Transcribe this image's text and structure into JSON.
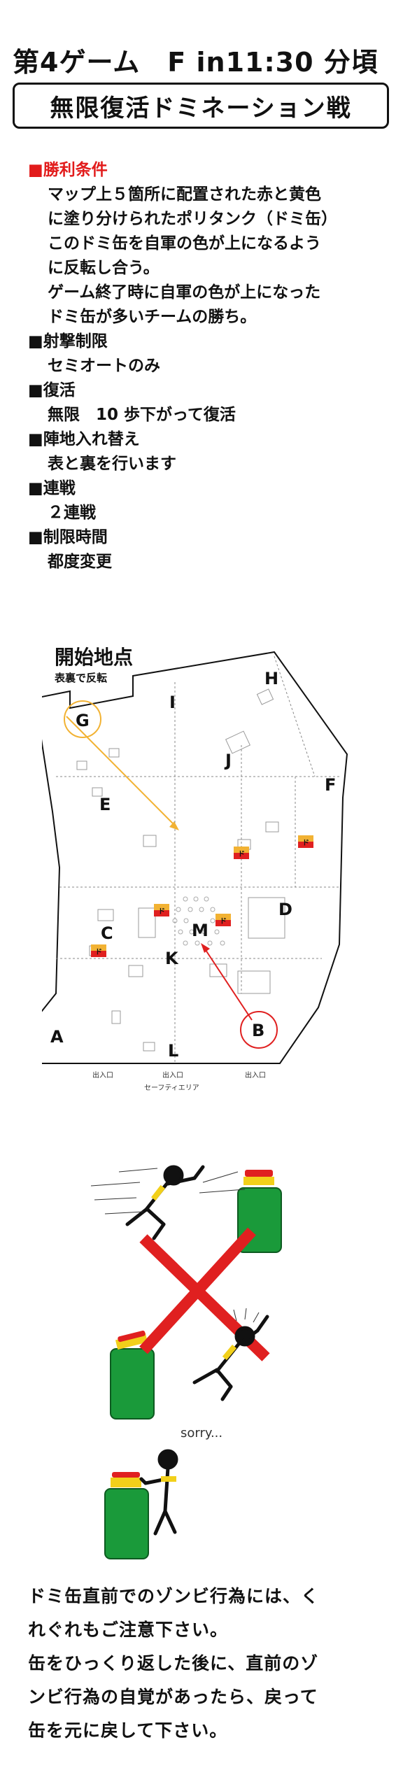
{
  "header": {
    "game_title": "第4ゲーム　F in11:30 分頃",
    "banner": "無限復活ドミネーション戦"
  },
  "rules": [
    {
      "type": "h",
      "red": true,
      "text": "■勝利条件"
    },
    {
      "type": "t",
      "text": "マップ上５箇所に配置された赤と黄色"
    },
    {
      "type": "t",
      "text": "に塗り分けられたポリタンク（ドミ缶）"
    },
    {
      "type": "t",
      "text": "このドミ缶を自軍の色が上になるよう"
    },
    {
      "type": "t",
      "text": "に反転し合う。"
    },
    {
      "type": "t",
      "text": "ゲーム終了時に自軍の色が上になった"
    },
    {
      "type": "t",
      "text": "ドミ缶が多いチームの勝ち。"
    },
    {
      "type": "h",
      "text": "■射撃制限"
    },
    {
      "type": "t",
      "text": "セミオートのみ"
    },
    {
      "type": "h",
      "text": "■復活"
    },
    {
      "type": "t",
      "text": "無限　10 歩下がって復活"
    },
    {
      "type": "h",
      "text": "■陣地入れ替え"
    },
    {
      "type": "t",
      "text": "表と裏を行います"
    },
    {
      "type": "h",
      "text": "■連戦"
    },
    {
      "type": "t",
      "text": "２連戦"
    },
    {
      "type": "h",
      "text": "■制限時間"
    },
    {
      "type": "t",
      "text": "都度変更"
    }
  ],
  "map": {
    "title": "開始地点",
    "subtitle": "表裏で反転",
    "zones": [
      "A",
      "B",
      "C",
      "D",
      "E",
      "F",
      "G",
      "H",
      "I",
      "J",
      "K",
      "L",
      "M"
    ],
    "can_label": "ド",
    "bottom_labels": [
      "出入口",
      "出入口",
      "出入口"
    ],
    "safety_area": "セーフティエリア",
    "colors": {
      "yellow": "#f2b233",
      "red": "#e02020"
    }
  },
  "illustration": {
    "speech": "sorry..."
  },
  "note": [
    "ドミ缶直前でのゾンビ行為には、く",
    "れぐれもご注意下さい。",
    "缶をひっくり返した後に、直前のゾ",
    "ンビ行為の自覚があったら、戻って",
    "缶を元に戻して下さい。"
  ]
}
